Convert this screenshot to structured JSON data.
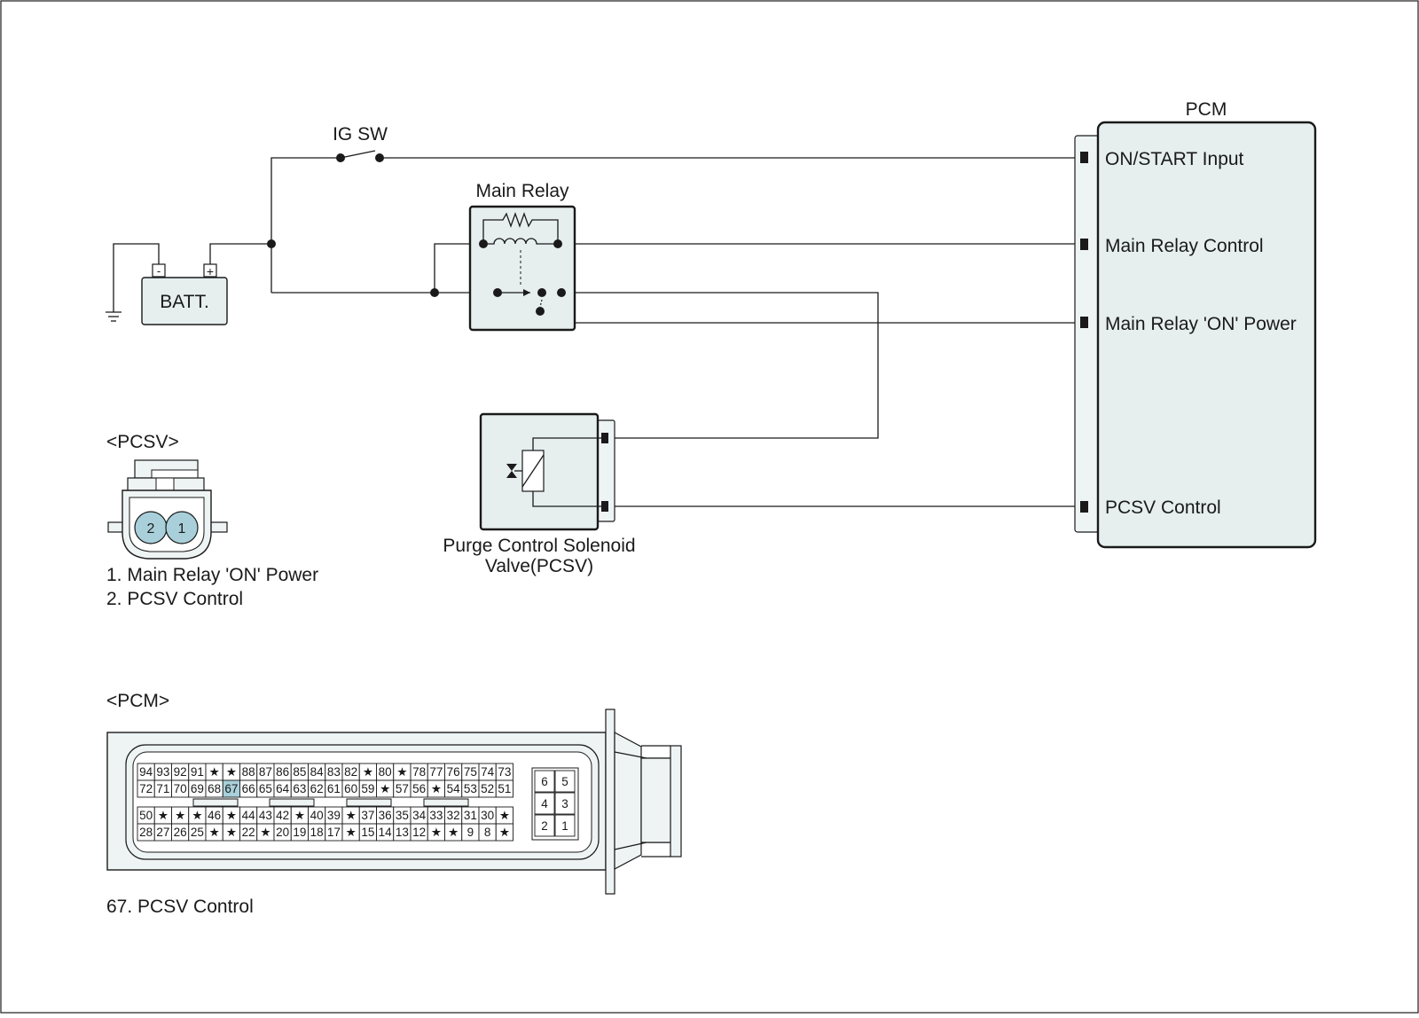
{
  "labels": {
    "ig_sw": "IG SW",
    "main_relay": "Main Relay",
    "batt": "BATT.",
    "batt_neg": "-",
    "batt_pos": "+",
    "pcm": "PCM",
    "pcsv_line1": "Purge Control Solenoid",
    "pcsv_line2": "Valve(PCSV)"
  },
  "pcm_pins": [
    "ON/START Input",
    "Main Relay Control",
    "Main Relay 'ON' Power",
    "PCSV Control"
  ],
  "pcsv_connector": {
    "title": "<PCSV>",
    "pins": [
      "2",
      "1"
    ],
    "legend": [
      "1. Main Relay 'ON' Power",
      "2. PCSV Control"
    ],
    "pin_color": "#a9d0da"
  },
  "pcm_connector": {
    "title": "<PCM>",
    "rows": [
      [
        "94",
        "93",
        "92",
        "91",
        "★",
        "★",
        "88",
        "87",
        "86",
        "85",
        "84",
        "83",
        "82",
        "★",
        "80",
        "★",
        "78",
        "77",
        "76",
        "75",
        "74",
        "73"
      ],
      [
        "72",
        "71",
        "70",
        "69",
        "68",
        "67",
        "66",
        "65",
        "64",
        "63",
        "62",
        "61",
        "60",
        "59",
        "★",
        "57",
        "56",
        "★",
        "54",
        "53",
        "52",
        "51"
      ],
      [
        "50",
        "★",
        "★",
        "★",
        "46",
        "★",
        "44",
        "43",
        "42",
        "★",
        "40",
        "39",
        "★",
        "37",
        "36",
        "35",
        "34",
        "33",
        "32",
        "31",
        "30",
        "★"
      ],
      [
        "28",
        "27",
        "26",
        "25",
        "★",
        "★",
        "22",
        "★",
        "20",
        "19",
        "18",
        "17",
        "★",
        "15",
        "14",
        "13",
        "12",
        "★",
        "★",
        "9",
        "8",
        "★"
      ]
    ],
    "aux_pins": [
      [
        "6",
        "5"
      ],
      [
        "4",
        "3"
      ],
      [
        "2",
        "1"
      ]
    ],
    "highlight_pin": "67",
    "highlight_color": "#a9d0da",
    "legend": "67. PCSV Control"
  }
}
